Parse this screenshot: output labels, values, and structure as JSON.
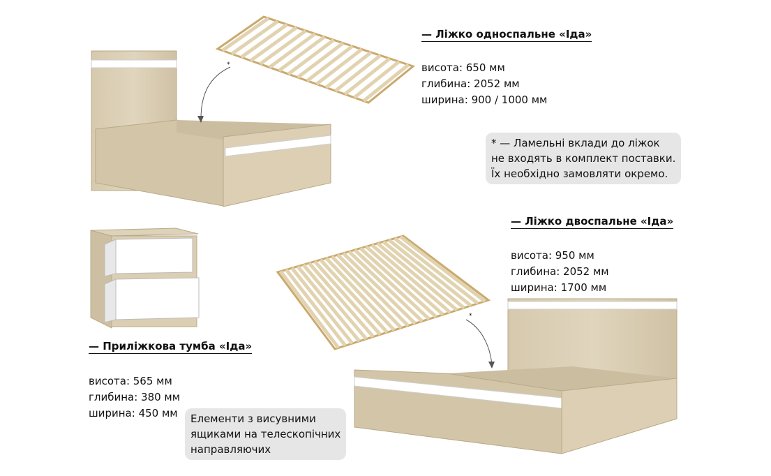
{
  "single_bed": {
    "title": "— Ліжко односпальне «Іда»",
    "specs": [
      "висота: 650 мм",
      "глибина: 2052 мм",
      "ширина: 900 / 1000 мм"
    ]
  },
  "slats_note": {
    "lines": [
      "* — Ламельні вклади до ліжок",
      "не входять в комплект поставки.",
      "Їх необхідно замовляти окремо."
    ]
  },
  "double_bed": {
    "title": "— Ліжко двоспальне «Іда»",
    "specs": [
      "висота: 950 мм",
      "глибина: 2052 мм",
      "ширина: 1700 мм"
    ]
  },
  "nightstand": {
    "title": "— Приліжкова тумба «Іда»",
    "specs": [
      "висота: 565 мм",
      "глибина: 380 мм",
      "ширина: 450 мм"
    ]
  },
  "drawers_note": {
    "lines": [
      "Елементи з висувними",
      "ящиками на телескопічних",
      "направляючих"
    ]
  },
  "marker": "*",
  "colors": {
    "wood": "#d9cdb4",
    "wood_dark": "#c4b59a",
    "slat": "#e2d3b0",
    "note_bg": "#e6e6e6",
    "panel_white": "#ffffff"
  }
}
